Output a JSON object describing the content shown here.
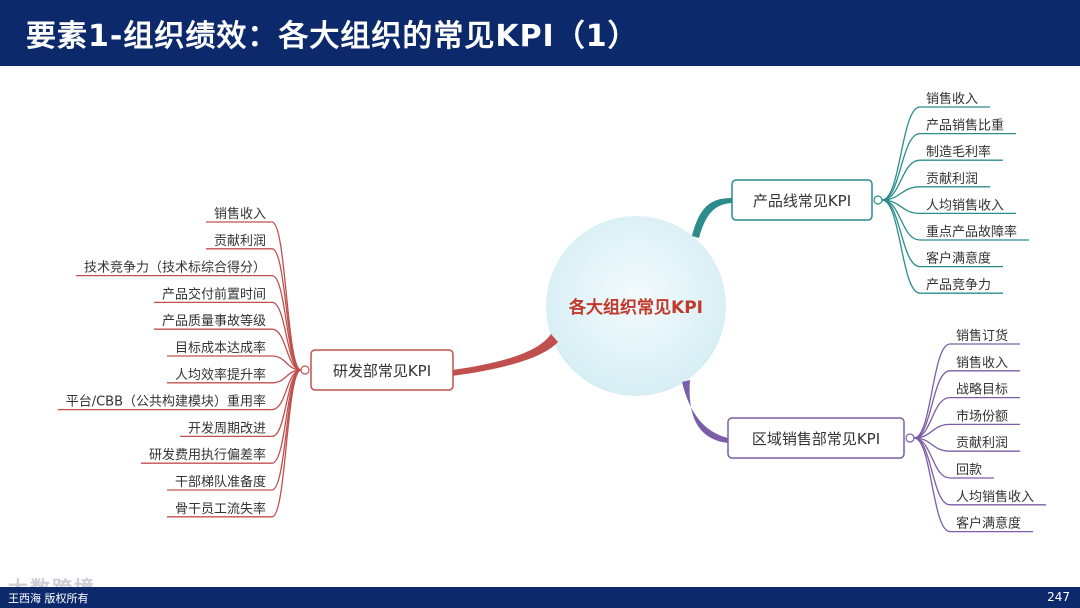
{
  "header": {
    "title": "要素1-组织绩效：各大组织的常见KPI（1）"
  },
  "center": {
    "label": "各大组织常见KPI",
    "color": "#c0392b"
  },
  "branches": {
    "rd": {
      "label": "研发部常见KPI",
      "color": "#c0504d",
      "items": [
        "销售收入",
        "贡献利润",
        "技术竞争力（技术标综合得分）",
        "产品交付前置时间",
        "产品质量事故等级",
        "目标成本达成率",
        "人均效率提升率",
        "平台/CBB（公共构建模块）重用率",
        "开发周期改进",
        "研发费用执行偏差率",
        "干部梯队准备度",
        "骨干员工流失率"
      ]
    },
    "product_line": {
      "label": "产品线常见KPI",
      "color": "#2c8c8c",
      "items": [
        "销售收入",
        "产品销售比重",
        "制造毛利率",
        "贡献利润",
        "人均销售收入",
        "重点产品故障率",
        "客户满意度",
        "产品竞争力"
      ]
    },
    "regional_sales": {
      "label": "区域销售部常见KPI",
      "color": "#7b5ea7",
      "items": [
        "销售订货",
        "销售收入",
        "战略目标",
        "市场份额",
        "贡献利润",
        "回款",
        "人均销售收入",
        "客户满意度"
      ]
    }
  },
  "watermark": "大数跨境",
  "footer": {
    "copyright": "王西海 版权所有",
    "page": "247"
  }
}
